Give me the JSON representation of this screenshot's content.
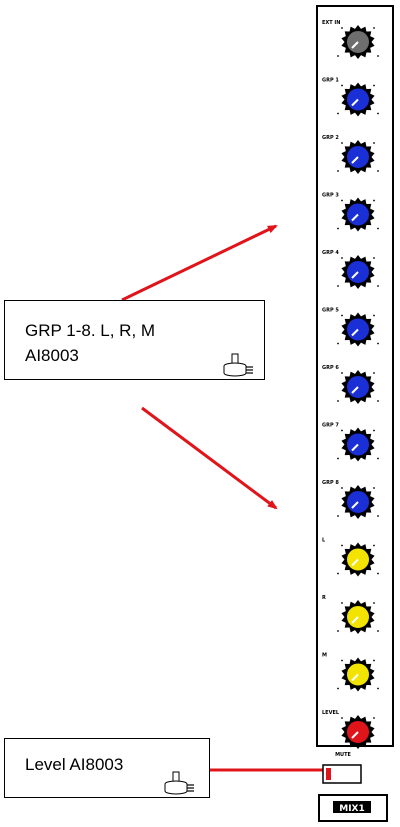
{
  "callouts": {
    "group": {
      "line1": "GRP 1-8. L, R, M",
      "line2": "AI8003",
      "icon": "potentiometer-icon"
    },
    "level": {
      "line1": "Level AI8003",
      "icon": "potentiometer-icon"
    }
  },
  "strip": {
    "module_label": "MIX1",
    "knobs": [
      {
        "label": "EXT IN",
        "color": "#6e6e6e"
      },
      {
        "label": "GRP 1",
        "color": "#1a2fd6"
      },
      {
        "label": "GRP 2",
        "color": "#1a2fd6"
      },
      {
        "label": "GRP 3",
        "color": "#1a2fd6"
      },
      {
        "label": "GRP 4",
        "color": "#1a2fd6"
      },
      {
        "label": "GRP 5",
        "color": "#1a2fd6"
      },
      {
        "label": "GRP 6",
        "color": "#1a2fd6"
      },
      {
        "label": "GRP 7",
        "color": "#1a2fd6"
      },
      {
        "label": "GRP 8",
        "color": "#1a2fd6"
      },
      {
        "label": "L",
        "color": "#f2e400"
      },
      {
        "label": "R",
        "color": "#f2e400"
      },
      {
        "label": "M",
        "color": "#f2e400"
      },
      {
        "label": "LEVEL",
        "color": "#e0141b"
      }
    ],
    "mute_label": "MUTE",
    "mute_color": "#e0141b"
  },
  "arrow_color": "#e0141b"
}
